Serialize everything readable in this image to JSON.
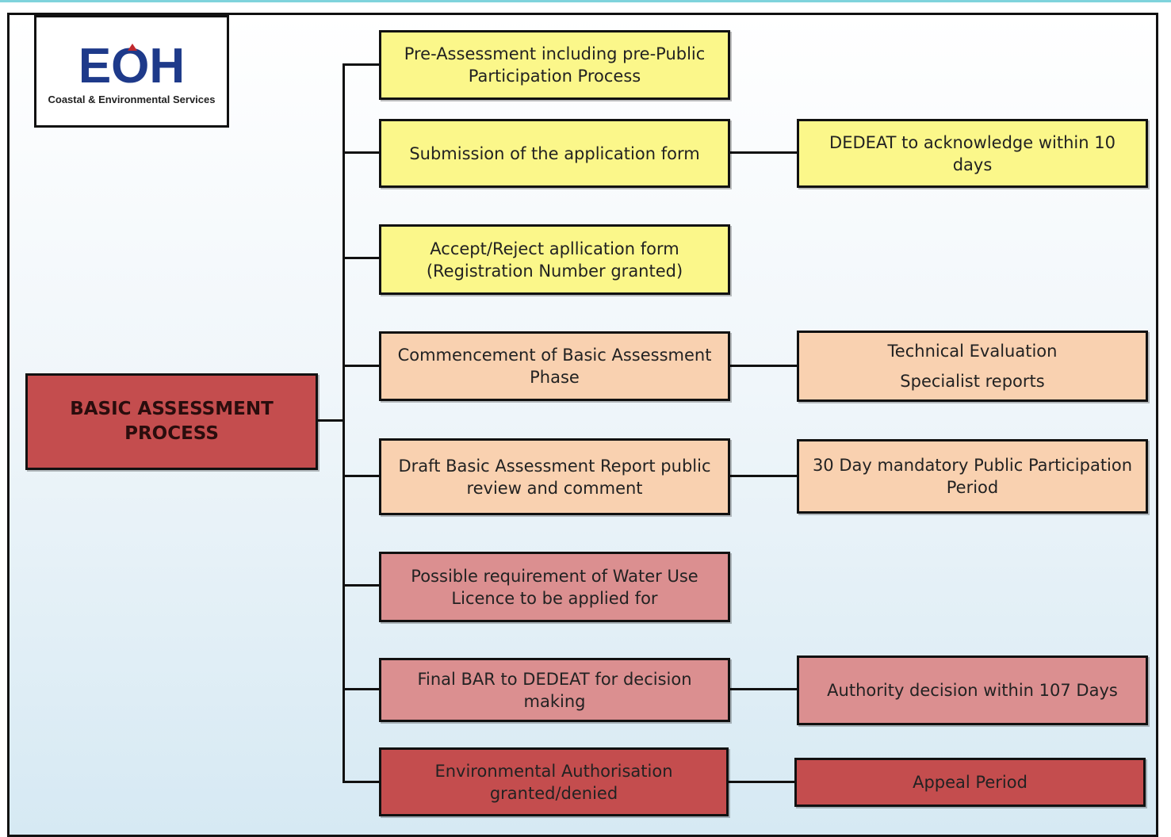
{
  "logo": {
    "brand": "EOH",
    "subtitle": "Coastal & Environmental Services",
    "brand_color": "#1e3a8a",
    "accent_color": "#c0282d"
  },
  "main": {
    "label": "BASIC ASSESSMENT PROCESS",
    "color": "#c44d4e"
  },
  "steps": [
    {
      "label": "Pre-Assessment including pre-Public Participation Process",
      "color": "#fbf78a"
    },
    {
      "label": "Submission of the application form",
      "color": "#fbf78a"
    },
    {
      "label": "Accept/Reject apllication form (Registration Number granted)",
      "color": "#fbf78a"
    },
    {
      "label": "Commencement of Basic Assessment Phase",
      "color": "#f9d1b0"
    },
    {
      "label": "Draft Basic Assessment Report public review and comment",
      "color": "#f9d1b0"
    },
    {
      "label": "Possible requirement of Water Use Licence to be applied for",
      "color": "#db8f90"
    },
    {
      "label": "Final BAR to DEDEAT for decision making",
      "color": "#db8f90"
    },
    {
      "label": "Environmental Authorisation granted/denied",
      "color": "#c44d4e"
    }
  ],
  "outcomes": {
    "submission": "DEDEAT to acknowledge within  10 days",
    "commencement_line1": "Technical Evaluation",
    "commencement_line2": "Specialist reports",
    "draft": "30 Day mandatory  Public Participation Period",
    "final": "Authority decision within 107 Days",
    "authorisation": "Appeal Period"
  }
}
